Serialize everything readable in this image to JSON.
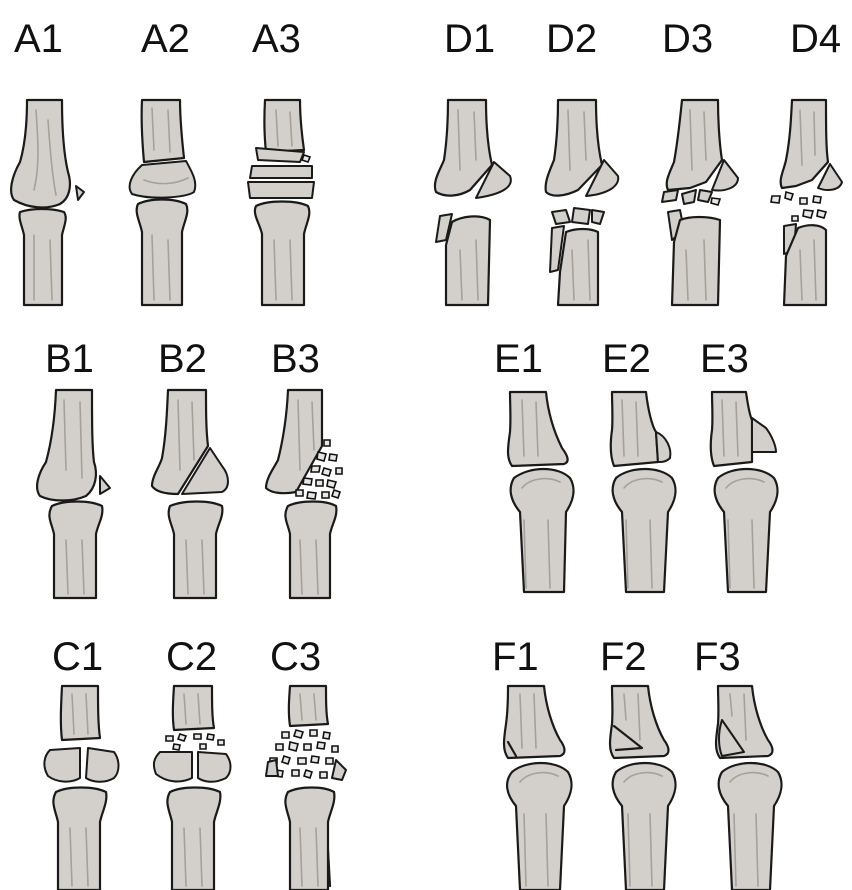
{
  "figure": {
    "panels": [
      {
        "id": "A1",
        "label": "A1"
      },
      {
        "id": "A2",
        "label": "A2"
      },
      {
        "id": "A3",
        "label": "A3"
      },
      {
        "id": "D1",
        "label": "D1"
      },
      {
        "id": "D2",
        "label": "D2"
      },
      {
        "id": "D3",
        "label": "D3"
      },
      {
        "id": "D4",
        "label": "D4"
      },
      {
        "id": "B1",
        "label": "B1"
      },
      {
        "id": "B2",
        "label": "B2"
      },
      {
        "id": "B3",
        "label": "B3"
      },
      {
        "id": "E1",
        "label": "E1"
      },
      {
        "id": "E2",
        "label": "E2"
      },
      {
        "id": "E3",
        "label": "E3"
      },
      {
        "id": "C1",
        "label": "C1"
      },
      {
        "id": "C2",
        "label": "C2"
      },
      {
        "id": "C3",
        "label": "C3"
      },
      {
        "id": "F1",
        "label": "F1"
      },
      {
        "id": "F2",
        "label": "F2"
      },
      {
        "id": "F3",
        "label": "F3"
      }
    ]
  },
  "colors": {
    "bone_fill": "#d3d0cc",
    "outline": "#1a1a1a",
    "background": "#ffffff"
  }
}
